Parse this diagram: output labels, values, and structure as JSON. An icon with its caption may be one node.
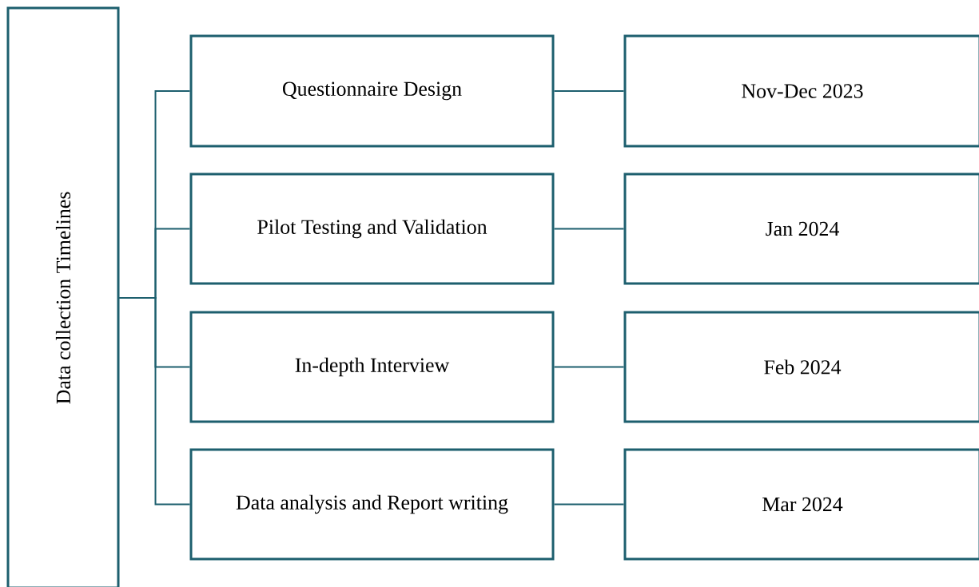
{
  "diagram": {
    "nodes": [
      {
        "text": [
          "Data collection Timelines"
        ]
      },
      {
        "text": [
          "Questionnaire Design"
        ]
      },
      {
        "text": [
          "Pilot Testing and Validation"
        ]
      },
      {
        "text": [
          "In-depth Interview"
        ]
      },
      {
        "text": [
          "Data analysis and Report writing"
        ]
      },
      {
        "text": [
          "Nov-Dec 2023"
        ]
      },
      {
        "text": [
          "Jan 2024"
        ]
      },
      {
        "text": [
          "Feb 2024"
        ]
      },
      {
        "text": [
          "Mar 2024"
        ]
      }
    ],
    "edges": [
      {
        "from": 0,
        "to": 1,
        "arrow": "none"
      },
      {
        "from": 0,
        "to": 2,
        "arrow": "none"
      },
      {
        "from": 0,
        "to": 3,
        "arrow": "none"
      },
      {
        "from": 0,
        "to": 4,
        "arrow": "none"
      },
      {
        "from": 1,
        "to": 5,
        "arrow": "none"
      },
      {
        "from": 2,
        "to": 6,
        "arrow": "none"
      },
      {
        "from": 3,
        "to": 7,
        "arrow": "none"
      },
      {
        "from": 4,
        "to": 8,
        "arrow": "none"
      }
    ]
  }
}
